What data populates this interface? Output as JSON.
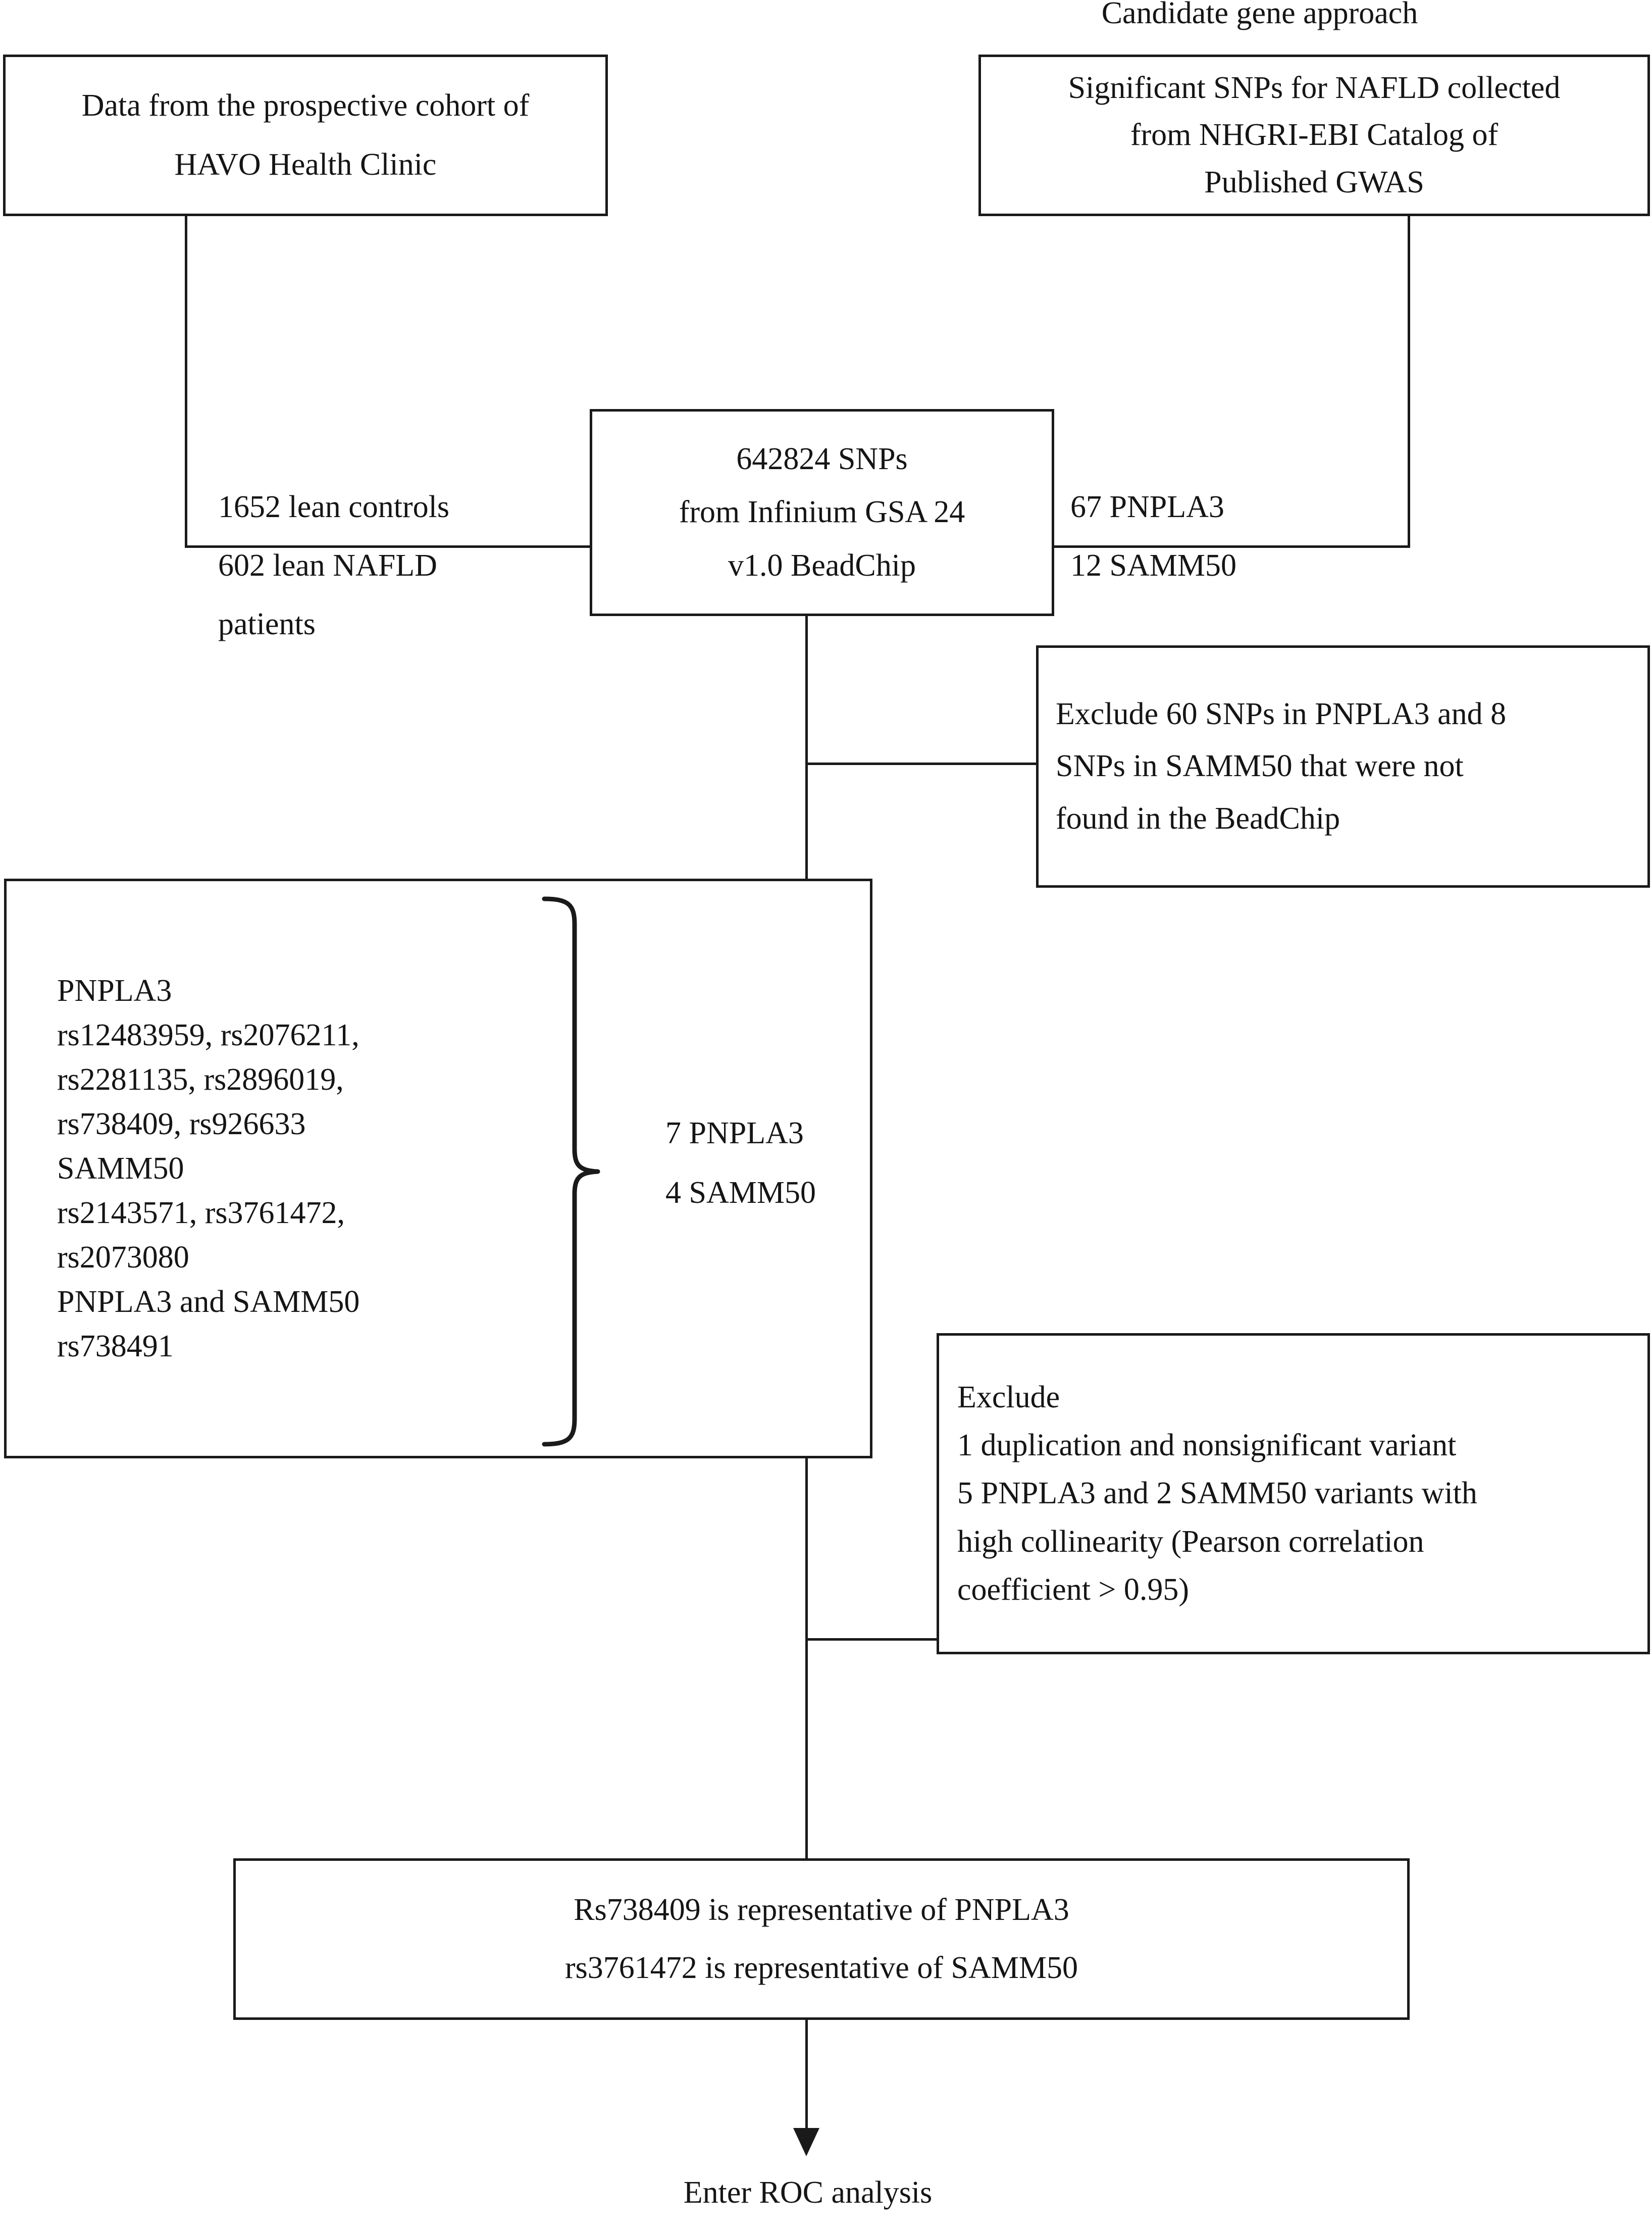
{
  "diagram": {
    "title": "SNP selection flowchart for NAFLD ROC analysis",
    "line_color": "#1a1a1a",
    "background": "#ffffff"
  },
  "labels": {
    "candidate_gene_approach": "Candidate gene approach"
  },
  "boxes": {
    "cohort_source": {
      "lines": [
        "Data from the prospective cohort of",
        "HAVO Health Clinic"
      ]
    },
    "gwas_source": {
      "lines": [
        "Significant SNPs for NAFLD collected",
        "from NHGRI-EBI Catalog of",
        "Published GWAS"
      ]
    },
    "beadchip": {
      "lines": [
        "642824 SNPs",
        "from Infinium GSA 24",
        "v1.0 BeadChip"
      ]
    },
    "exclude_beadchip": {
      "lines": [
        "Exclude 60 SNPs in PNPLA3 and 8",
        "SNPs in SAMM50 that were not",
        "found in the BeadChip"
      ]
    },
    "snp_list": {
      "lines": [
        "PNPLA3",
        "rs12483959, rs2076211,",
        "rs2281135, rs2896019,",
        "rs738409, rs926633",
        "SAMM50",
        "rs2143571, rs3761472,",
        "rs2073080",
        "PNPLA3 and SAMM50",
        "rs738491"
      ]
    },
    "exclude_collinear": {
      "lines": [
        "Exclude",
        "1 duplication and nonsignificant variant",
        "5 PNPLA3 and 2 SAMM50 variants with",
        "high collinearity (Pearson correlation",
        "coefficient > 0.95)"
      ]
    },
    "representatives": {
      "lines": [
        "Rs738409 is representative of PNPLA3",
        "rs3761472 is representative of SAMM50"
      ]
    }
  },
  "edge_labels": {
    "cohort_counts": {
      "line1": "1652 lean controls",
      "line2": "602 lean NAFLD",
      "line3": "patients"
    },
    "gene_counts": {
      "line1": "67 PNPLA3",
      "line2": "12 SAMM50"
    },
    "retained_counts": {
      "line1": "7 PNPLA3",
      "line2": "4  SAMM50"
    }
  },
  "terminal": {
    "text": "Enter ROC analysis"
  }
}
